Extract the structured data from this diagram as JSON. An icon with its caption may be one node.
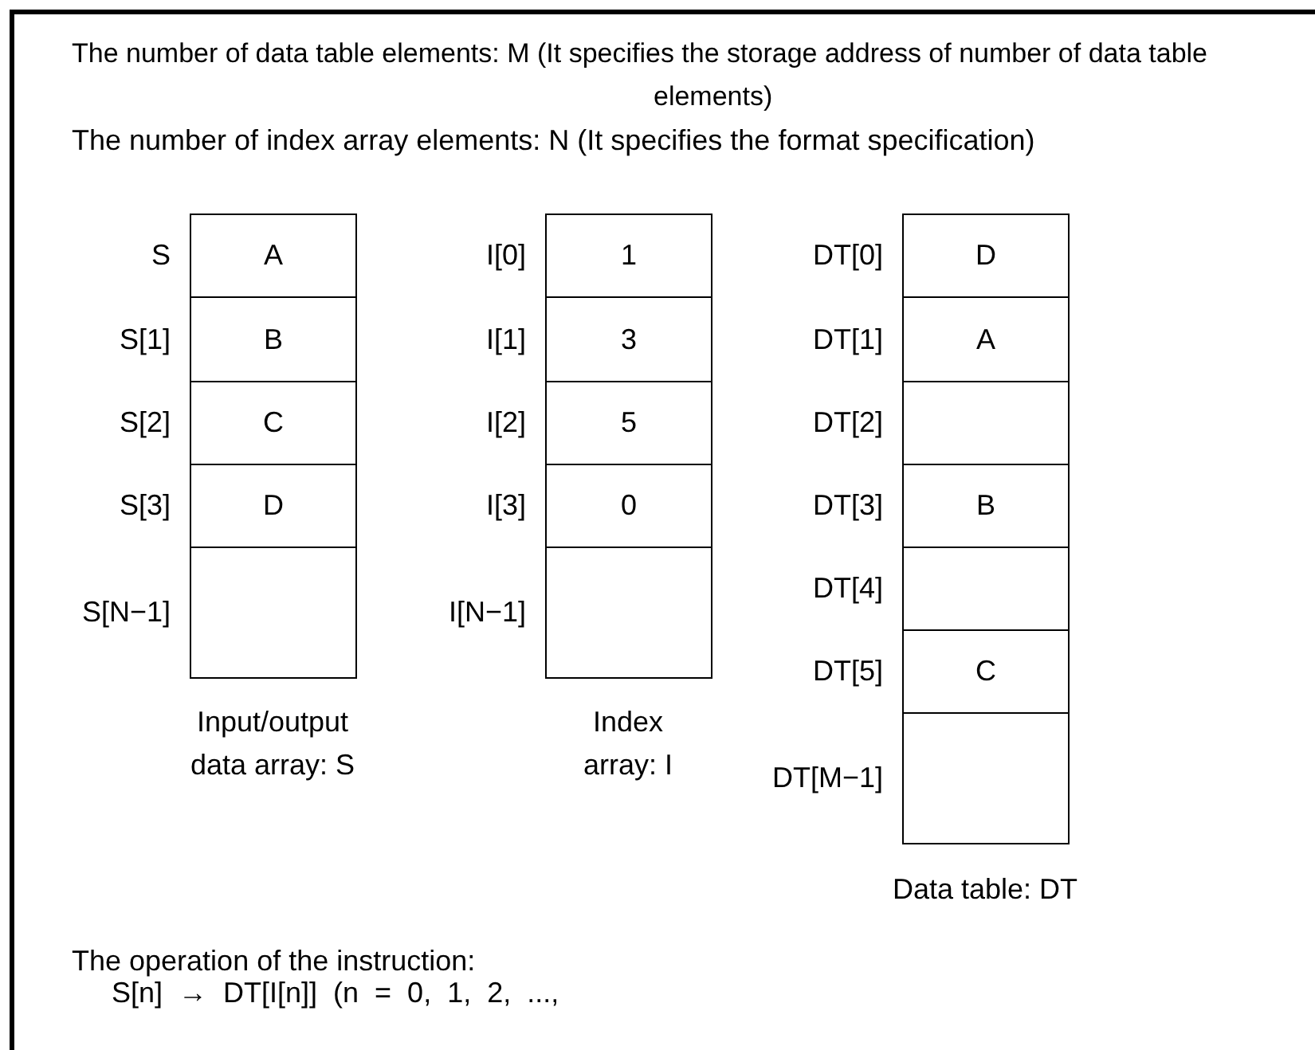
{
  "diagram": {
    "nodes": [
      {
        "text": [
          "A"
        ],
        "beside": [
          "S"
        ]
      },
      {
        "text": [
          "B"
        ],
        "beside": [
          "S[1]"
        ]
      },
      {
        "text": [
          "C"
        ],
        "beside": [
          "S[2]"
        ]
      },
      {
        "text": [
          "D"
        ],
        "beside": [
          "S[3]"
        ]
      },
      {
        "text": [],
        "shape": "box",
        "beside": [
          "S[N−1]"
        ]
      },
      {
        "text": [
          "1"
        ],
        "beside": [
          "I[0]"
        ]
      },
      {
        "text": [
          "3"
        ],
        "beside": [
          "I[1]"
        ]
      },
      {
        "text": [
          "5"
        ],
        "beside": [
          "I[2]"
        ]
      },
      {
        "text": [
          "0"
        ],
        "beside": [
          "I[3]"
        ]
      },
      {
        "text": [],
        "shape": "box",
        "beside": [
          "I[N−1]"
        ]
      },
      {
        "text": [
          "D"
        ],
        "beside": [
          "DT[0]"
        ]
      },
      {
        "text": [
          "A"
        ],
        "beside": [
          "DT[1]"
        ]
      },
      {
        "text": [],
        "shape": "box",
        "beside": [
          "DT[2]"
        ]
      },
      {
        "text": [
          "B"
        ],
        "beside": [
          "DT[3]"
        ]
      },
      {
        "text": [],
        "shape": "box",
        "beside": [
          "DT[4]"
        ]
      },
      {
        "text": [
          "C"
        ],
        "beside": [
          "DT[5]"
        ]
      },
      {
        "text": [],
        "shape": "box",
        "beside": [
          "DT[M−1]"
        ]
      }
    ],
    "labels": [
      "The number of data table elements: M (It specifies the storage address of number of data table elements)",
      "The number of index array elements: N (It specifies the format specification)",
      "Input/output data array: S",
      "Index array: I",
      "Data table: DT",
      "The operation of the instruction:",
      "S[n]  →  DT[I[n]]  (n  =  0,  1,  2,  ...,"
    ]
  }
}
